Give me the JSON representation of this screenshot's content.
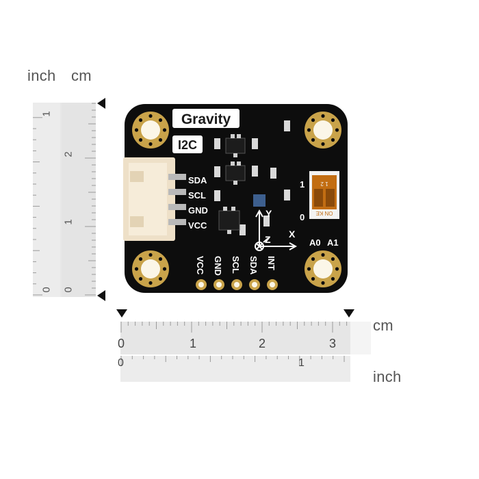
{
  "rulers": {
    "top_left_units": {
      "inch": "inch",
      "cm": "cm"
    },
    "vertical_cm_ticks": [
      "0",
      "1",
      "2"
    ],
    "vertical_inch_ticks": [
      "0",
      "1"
    ],
    "horizontal_cm_unit": "cm",
    "horizontal_inch_unit": "inch",
    "horizontal_cm_ticks": [
      "0",
      "1",
      "2",
      "3"
    ],
    "horizontal_inch_ticks": [
      "0",
      "1"
    ]
  },
  "board": {
    "brand": "Gravity",
    "interface": "I2C",
    "connector_pins": [
      "SDA",
      "SCL",
      "GND",
      "VCC"
    ],
    "bottom_pins": [
      "VCC",
      "GND",
      "SCL",
      "SDA",
      "INT"
    ],
    "dip_switch_labels": {
      "on": "1",
      "off": "0",
      "addr_a0": "A0",
      "addr_a1": "A1",
      "switch_text": "ON KE",
      "switch_numbers": "1 2"
    },
    "axes": {
      "x": "X",
      "y": "Y",
      "z": "Z"
    }
  },
  "colors": {
    "pcb": "#0d0d0d",
    "gold": "#c9a34a",
    "silk": "#ffffff",
    "ruler": "#e6e6e6",
    "connector": "#eee0c8"
  }
}
